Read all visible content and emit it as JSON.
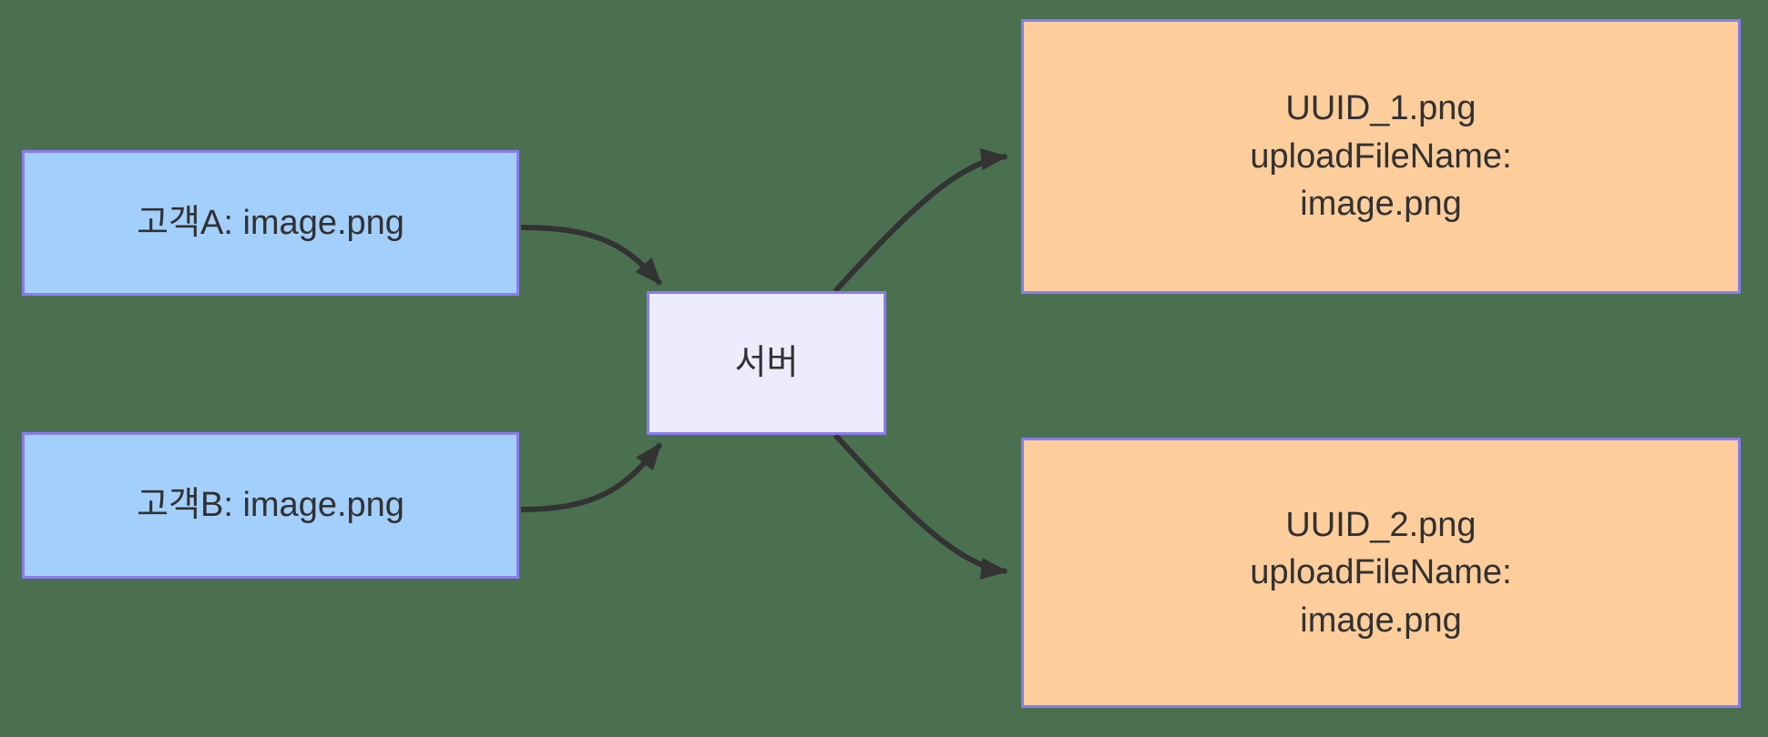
{
  "diagram": {
    "title": "File upload flow diagram",
    "background_color": "#4a7050",
    "node_border_color": "#8a7cf0",
    "edge_color": "#333333",
    "text_color": "#313131",
    "nodes": {
      "client_a": {
        "label": "고객A: image.png",
        "fill": "#a3cffc",
        "role": "client"
      },
      "client_b": {
        "label": "고객B: image.png",
        "fill": "#a3cffc",
        "role": "client"
      },
      "server": {
        "label": "서버",
        "fill": "#ececfd",
        "role": "server"
      },
      "file_1": {
        "label": "UUID_1.png\nuploadFileName:\nimage.png",
        "line1": "UUID_1.png",
        "line2": "uploadFileName:",
        "line3": "image.png",
        "fill": "#fdcd9b",
        "role": "stored-file"
      },
      "file_2": {
        "label": "UUID_2.png\nuploadFileName:\nimage.png",
        "line1": "UUID_2.png",
        "line2": "uploadFileName:",
        "line3": "image.png",
        "fill": "#fdcd9b",
        "role": "stored-file"
      }
    },
    "edges": [
      {
        "from": "client_a",
        "to": "server",
        "label": ""
      },
      {
        "from": "client_b",
        "to": "server",
        "label": ""
      },
      {
        "from": "server",
        "to": "file_1",
        "label": ""
      },
      {
        "from": "server",
        "to": "file_2",
        "label": ""
      }
    ]
  }
}
